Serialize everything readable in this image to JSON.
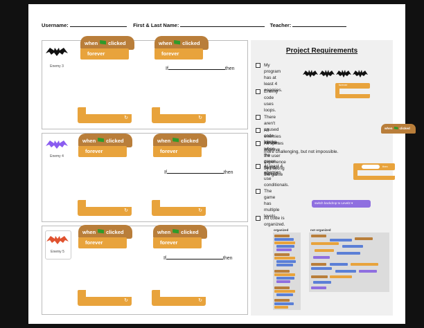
{
  "header": {
    "username_label": "Username:",
    "name_label": "First & Last Name:",
    "teacher_label": "Teacher:"
  },
  "panels": [
    {
      "sprite_label": "Enemy 3",
      "hat1": {
        "event": "when",
        "action": "clicked",
        "loop": "forever"
      },
      "hat2": {
        "event": "when",
        "action": "clicked",
        "loop": "forever"
      },
      "if_prefix": "If",
      "if_suffix": "then",
      "bat_color": "#111111"
    },
    {
      "sprite_label": "Enemy 4",
      "hat1": {
        "event": "when",
        "action": "clicked",
        "loop": "forever"
      },
      "hat2": {
        "event": "when",
        "action": "clicked",
        "loop": "forever"
      },
      "if_prefix": "If",
      "if_suffix": "then",
      "bat_color": "#8a5cf0"
    },
    {
      "sprite_label": "Enemy 5",
      "hat1": {
        "event": "when",
        "action": "clicked",
        "loop": "forever"
      },
      "hat2": {
        "event": "when",
        "action": "clicked",
        "loop": "forever"
      },
      "if_prefix": "If",
      "if_suffix": "then",
      "bat_color": "#e0522f"
    }
  ],
  "requirements": {
    "title": "Project Requirements",
    "items": [
      "My program has at least 4 enemies.",
      "Enemy code uses loops.",
      "There aren't unused code blocks.",
      "All enemies initiate when the green flag is clicked.",
      "All sprites improve the user experience by making the game",
      "more challenging, but not impossible.",
      "At least 4 enemies use conditionals.",
      "The game has multiple levels.",
      "All code is organized."
    ],
    "forever_label": "forever",
    "if_then_label": "then",
    "green_flag_hat": {
      "event": "when",
      "action": "clicked"
    },
    "backdrop_block": "switch backdrop to  Level2 ▾",
    "organized_label": "organized",
    "not_organized_label": "not organized"
  },
  "colors": {
    "event_block": "#b97e3a",
    "control_block": "#e8a33c",
    "looks_block": "#8f6fe0",
    "flag": "#2e9a2a",
    "panel_bg": "#f0f0f0"
  },
  "icons": [
    "green-flag-icon",
    "bat-icon",
    "checkbox-icon",
    "loop-arrow-icon"
  ]
}
